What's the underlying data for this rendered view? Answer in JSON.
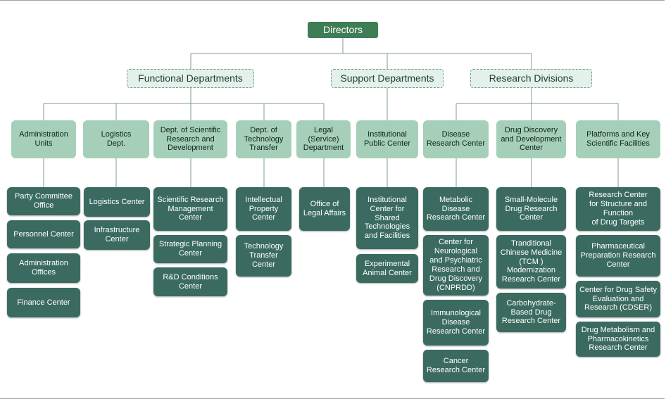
{
  "root": "Directors",
  "categories": {
    "functional": "Functional Departments",
    "support": "Support Departments",
    "research": "Research Divisions"
  },
  "units": [
    {
      "label": "Administration\nUnits",
      "leaves": [
        "Party Committee\nOffice",
        "Personnel Center",
        "Administration\nOffices",
        "Finance Center"
      ]
    },
    {
      "label": "Logistics\nDept.",
      "leaves": [
        "Logistics Center",
        "Infrastructure\nCenter"
      ]
    },
    {
      "label": "Dept. of Scientific\nResearch and\nDevelopment",
      "leaves": [
        "Scientific Research\nManagement\nCenter",
        "Strategic Planning\nCenter",
        "R&D Conditions\nCenter"
      ]
    },
    {
      "label": "Dept. of\nTechnology\nTransfer",
      "leaves": [
        "Intellectual\nProperty\nCenter",
        "Technology\nTransfer\nCenter"
      ]
    },
    {
      "label": "Legal\n(Service)\nDepartment",
      "leaves": [
        "Office of\nLegal Affairs"
      ]
    },
    {
      "label": "Institutional\nPublic Center",
      "leaves": [
        "Institutional\nCenter for\nShared\nTechnologies\nand Facilities",
        "Experimental\nAnimal Center"
      ]
    },
    {
      "label": "Disease\nResearch Center",
      "leaves": [
        "Metabolic\nDisease\nResearch Center",
        "Center for\nNeurological\nand Psychiatric\nResearch and\nDrug Discovery\n(CNPRDD)",
        "Immunological\nDisease\nResearch Center",
        "Cancer\nResearch Center"
      ]
    },
    {
      "label": "Drug Discovery\nand Development\nCenter",
      "leaves": [
        "Small-Molecule\nDrug Research\nCenter",
        "Tranditional\nChinese Medicine\n(TCM )\nModernization\nResearch Center",
        "Carbohydrate-\nBased Drug\nResearch Center"
      ]
    },
    {
      "label": "Platforms and Key\nScientific Facilities",
      "leaves": [
        "Research Center\nfor Structure and Function\nof Drug Targets",
        "Pharmaceutical\nPreparation Research\nCenter",
        "Center for Drug Safety\nEvaluation and\nResearch (CDSER)",
        "Drug Metabolism and\nPharmacokinetics\nResearch Center"
      ]
    }
  ]
}
